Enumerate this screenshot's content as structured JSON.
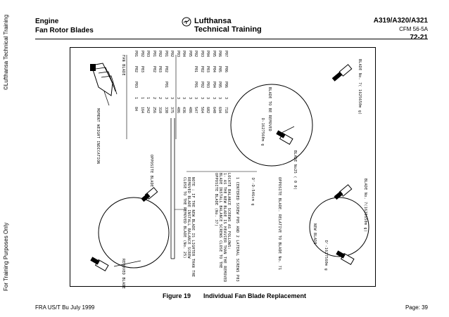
{
  "side_text": {
    "top": "©Lufthansa Technical Training",
    "bottom": "For Training Purposes Only"
  },
  "header": {
    "left_line1": "Engine",
    "left_line2": "Fan Rotor Blades",
    "logo_line1": "Lufthansa",
    "logo_line2": "Technical Training",
    "right_line1": "A319/A320/A321",
    "right_line2": "CFM 56-5A",
    "right_line3": "72-21"
  },
  "figure": {
    "table_headers": [
      "FAN BLADE",
      "P00 P01 P02 P03 P04 P05",
      "P01 P02 P03 P04 P05 P06"
    ],
    "table_rows": [
      [
        "P01",
        "P02",
        "P03",
        "1",
        "84"
      ],
      [
        "P02",
        "P03",
        "",
        "1",
        "164"
      ],
      [
        "P03",
        "",
        "",
        "1",
        "242"
      ],
      [
        "P01",
        "P02",
        "",
        "2",
        "256"
      ],
      [
        "P02",
        "P03",
        "",
        "2",
        "310"
      ],
      [
        "P01",
        "P02",
        "P01",
        "3",
        "330"
      ],
      [
        "P02",
        "",
        "",
        "3",
        "375"
      ],
      [
        "P03",
        "",
        "",
        "3",
        "406"
      ],
      [
        "P04",
        "",
        "",
        "3",
        "436"
      ],
      [
        "P05",
        "",
        "",
        "3",
        "486"
      ],
      [
        "P02",
        "P01",
        "P01",
        "3",
        "547"
      ],
      [
        "P03",
        "P02",
        "P02",
        "3",
        "564"
      ],
      [
        "P04",
        "P03",
        "P03",
        "3",
        "602"
      ],
      [
        "P05",
        "P04",
        "P04",
        "3",
        "640"
      ],
      [
        "P06",
        "P05",
        "P05",
        "3",
        "694"
      ],
      [
        "P07",
        "P06",
        "P06",
        "3",
        "718"
      ]
    ],
    "moment_label": "MOMENT WEIGHT INDICATION",
    "fan_blade_label": "FAN BLADE",
    "top_right_label": "BLADE No. 7( 1625650m g)",
    "blade_to_be_removed": "BLADE TO BE REMOVED",
    "blade_weight_top": "D-1627560m g",
    "blade_no25": "BLADE No25 ( 0 0)",
    "relative_to_blade": "OPPOSITE BLADE. RELATIVE TO BLADE No. 71",
    "d_weight": "D'-D-546cm g",
    "bottom_right_label": "BLADE No. 7(1625650m g)",
    "new_blade": "NEW BLADE",
    "d_prime": "D'-1627560m g",
    "centered_screw": "1 CENTERED SCREW P05 AND 2 LATERAL SCREWS P03",
    "locate_lines": [
      "LOCATE BALANCE SCREWS AS FOLLOWS:",
      "1- AS THE NEW BLADE IS HEAVIER THAN THE REMOVED",
      "BLADE INSTALL BALANCE SCREWS CLOSE TO THE",
      "OPPOSITE BLADE (No. 37)"
    ],
    "note_lines": [
      "NOTE : IF THE NEW BLADE IS LIGHTER THAN THE",
      "REMOVED BLADE INSTALL BALANCE SCREW",
      "CLOSE TO THE REMOVED BLADE (No. 25)"
    ],
    "opposite_blade": "OPPOSITE BLADE",
    "removed_blade": "REMOVED BLADE"
  },
  "caption": {
    "number": "Figure 19",
    "title": "Individual Fan Blade Replacement"
  },
  "footer": {
    "left": "FRA US/T Bu   July 1999",
    "right": "Page: 39"
  }
}
